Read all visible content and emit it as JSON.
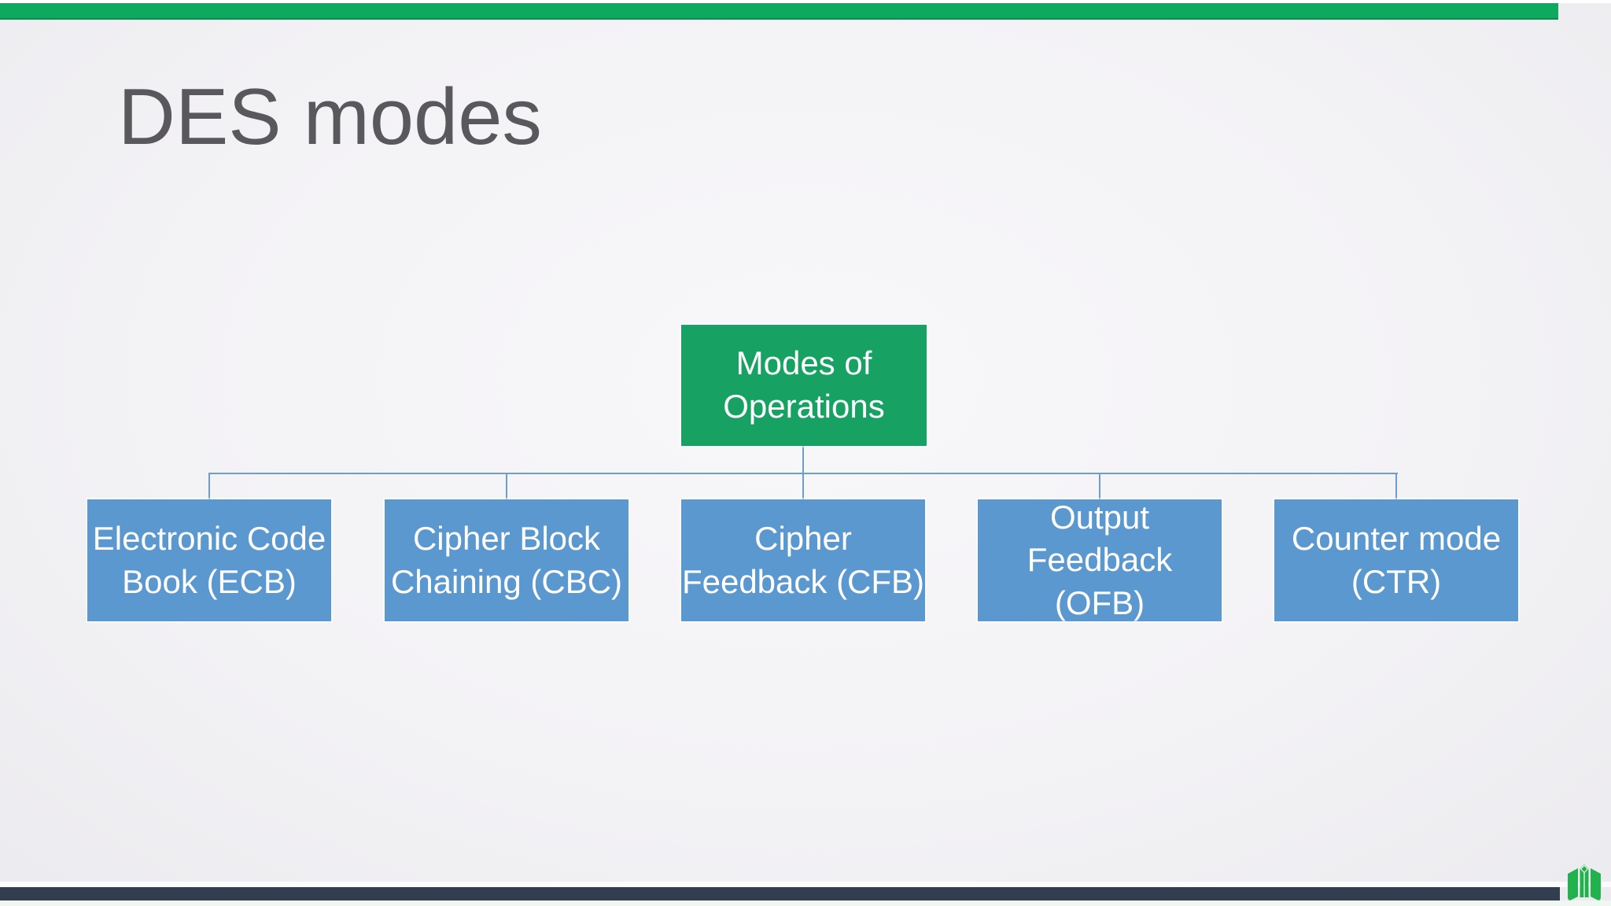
{
  "slide": {
    "title": "DES modes"
  },
  "diagram": {
    "root": {
      "label": "Modes of\nOperations"
    },
    "children": [
      {
        "label": "Electronic Code\nBook (ECB)"
      },
      {
        "label": "Cipher Block\nChaining (CBC)"
      },
      {
        "label": "Cipher\nFeedback (CFB)"
      },
      {
        "label": "Output\nFeedback (OFB)"
      },
      {
        "label": "Counter mode\n(CTR)"
      }
    ]
  },
  "colors": {
    "top_bar_green": "#0EA95F",
    "root_node_green": "#17A263",
    "child_node_blue": "#5B98D0",
    "connector_blue": "#6D9DD1",
    "title_gray": "#59585C",
    "footer_bar_navy": "#323E4F",
    "logo_green": "#21B14D"
  },
  "footer": {
    "logo_icon": "open-book-with-box-logo"
  }
}
